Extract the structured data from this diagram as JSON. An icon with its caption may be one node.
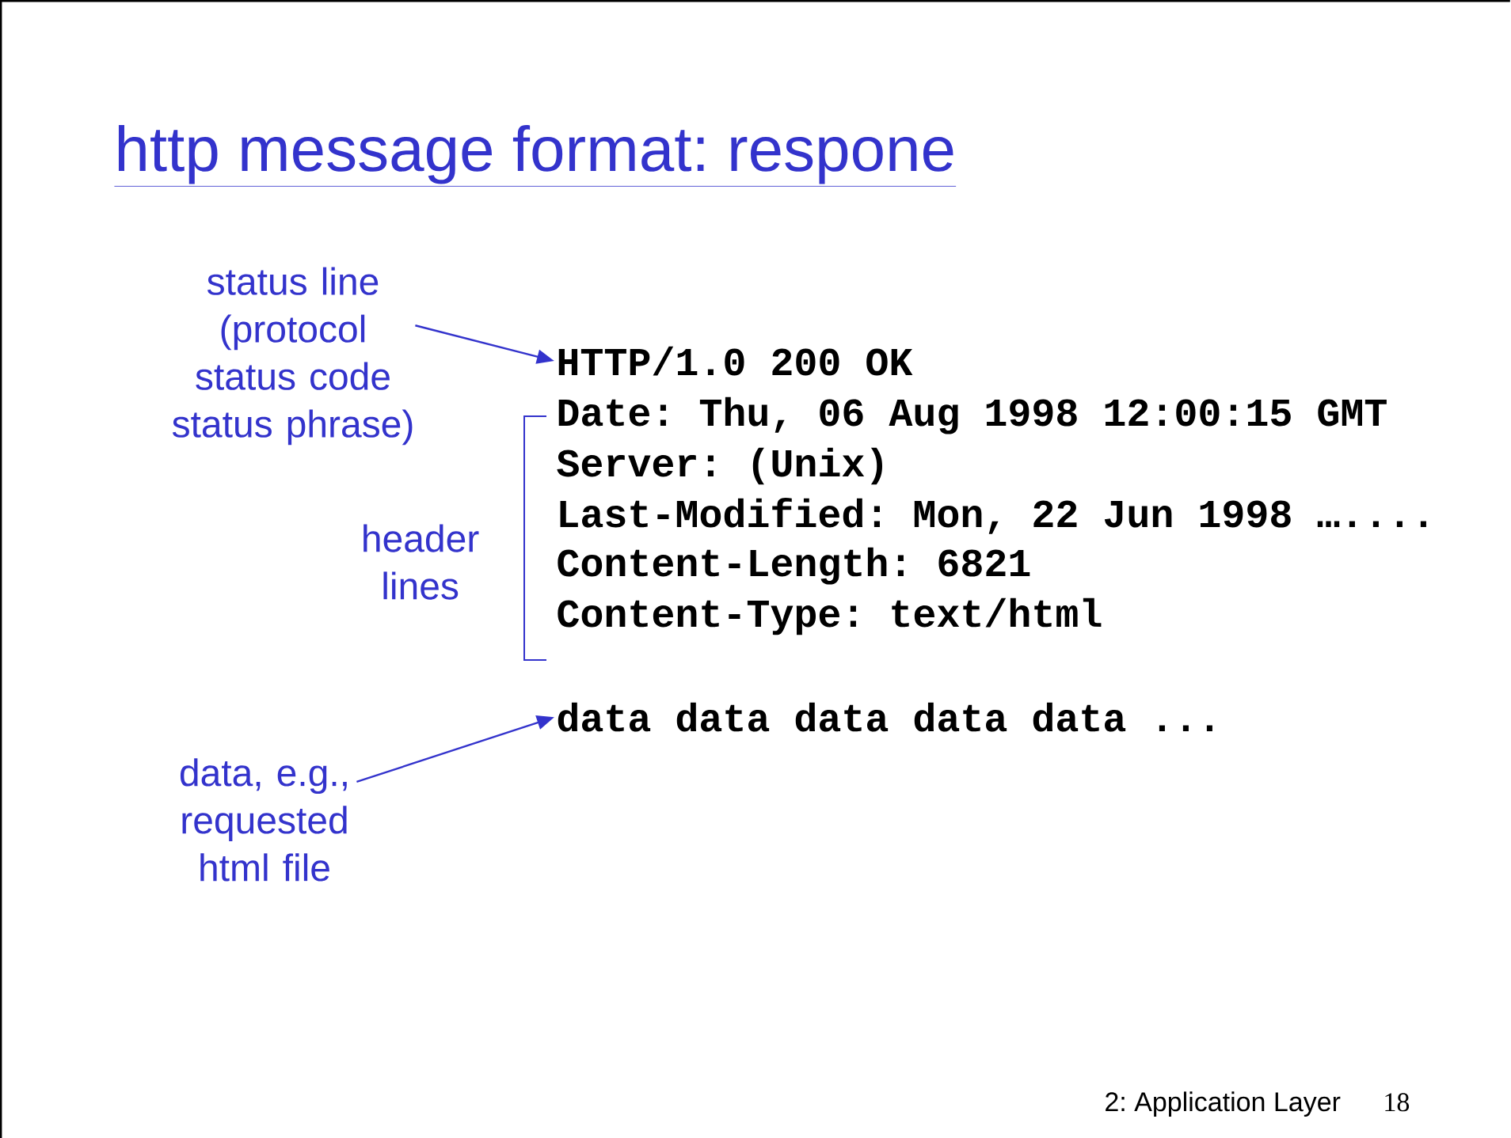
{
  "diagram": {
    "title": "http message format: respone",
    "nodes": [
      {
        "text": [
          "status line (protocol status code status phrase)"
        ]
      },
      {
        "text": [
          "HTTP/1.0 200 OK"
        ]
      },
      {
        "text": [
          "data, e.g., requested html file"
        ]
      },
      {
        "text": [
          "data data data data data ..."
        ]
      }
    ],
    "edges": [
      {
        "from": 0,
        "to": 1,
        "arrow": "to"
      },
      {
        "from": 2,
        "to": 3,
        "arrow": "to"
      }
    ],
    "labels": [
      "header lines",
      "Date: Thu, 06 Aug 1998 12:00:15 GMT",
      "Server: (Unix)",
      "Last-Modified: Mon, 22 Jun 1998 …....",
      "Content-Length: 6821",
      "Content-Type: text/html",
      "2: Application Layer",
      "18"
    ]
  }
}
